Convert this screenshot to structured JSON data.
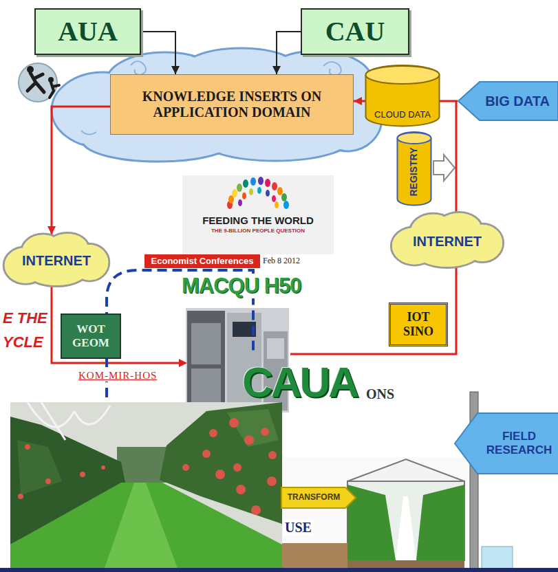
{
  "diagram": {
    "nodes": [
      {
        "text": [
          "AUA"
        ]
      },
      {
        "text": [
          "CAU"
        ]
      },
      {
        "text": [
          "KNOWLEDGE INSERTS ON APPLICATION DOMAIN"
        ]
      },
      {
        "text": [
          "CLOUD DATA"
        ]
      },
      {
        "text": [
          "BIG DATA"
        ]
      },
      {
        "text": [
          "REGISTRY"
        ]
      },
      {
        "text": [
          "INTERNET"
        ]
      },
      {
        "text": [
          "INTERNET"
        ]
      },
      {
        "text": [
          "Economist Conferences"
        ]
      },
      {
        "text": [
          "WOT GEOM"
        ]
      },
      {
        "text": [
          "IOT SINO"
        ]
      },
      {
        "text": [
          "FIELD RESEARCH"
        ]
      },
      {
        "text": [
          "TRANSFORM"
        ]
      }
    ],
    "edges": [
      {
        "from": 0,
        "to": 2,
        "arrow": "to"
      },
      {
        "from": 1,
        "to": 2,
        "arrow": "to"
      },
      {
        "from": 4,
        "to": 2,
        "arrow": "to"
      },
      {
        "from": 2,
        "to": 7,
        "arrow": "to"
      }
    ],
    "labels": [
      "FEEDING THE WORLD",
      "THE 9-BILLION PEOPLE QUESTION",
      "Feb 8 2012",
      "MACQU H50",
      "CAUA",
      "ONS",
      "E THE",
      "YCLE",
      "KOM-MIR-HOS",
      "USE"
    ]
  }
}
